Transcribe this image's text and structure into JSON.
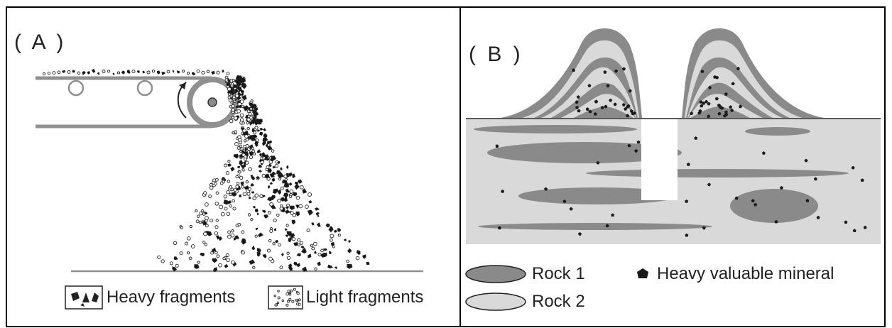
{
  "panel_a": {
    "label": "( A )",
    "legend": {
      "heavy": "Heavy fragments",
      "light": "Light fragments"
    }
  },
  "panel_b": {
    "label": "( B )",
    "legend": {
      "rock1": "Rock 1",
      "rock2": "Rock 2",
      "mineral": "Heavy valuable mineral"
    }
  },
  "colors": {
    "frame": "#000000",
    "belt": "#909090",
    "rock1": "#8a8a8a",
    "rock2": "#d9d9d9",
    "mineral": "#1a1a1a"
  }
}
